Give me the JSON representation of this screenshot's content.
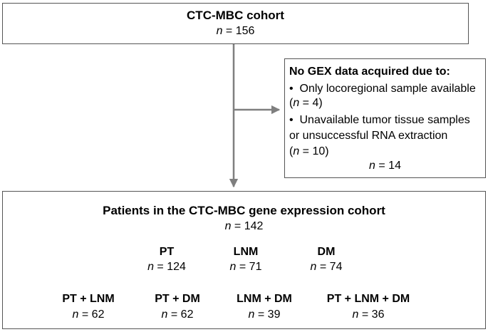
{
  "top_box": {
    "title": "CTC-MBC cohort",
    "n_label": "n",
    "n_value": " = 156"
  },
  "exclusion_box": {
    "title": "No GEX data acquired due to:",
    "bullet": "•",
    "items": [
      {
        "line1": "Only locoregional sample available",
        "line2_n": "n",
        "line2_rest": " = 4)",
        "line2_open": "("
      },
      {
        "line1": "Unavailable tumor tissue samples",
        "line2": "or unsuccessful RNA extraction",
        "line3_open": "(",
        "line3_n": "n",
        "line3_rest": " = 10)"
      }
    ],
    "total_n": "n",
    "total_value": " = 14"
  },
  "bottom_box": {
    "title": "Patients in the CTC-MBC gene expression cohort",
    "n_label": "n",
    "n_value": " = 142",
    "row1": [
      {
        "label": "PT",
        "n": "n",
        "value": " = 124"
      },
      {
        "label": "LNM",
        "n": "n",
        "value": " = 71"
      },
      {
        "label": "DM",
        "n": "n",
        "value": " = 74"
      }
    ],
    "row2": [
      {
        "label": "PT + LNM",
        "n": "n",
        "value": " = 62"
      },
      {
        "label": "PT + DM",
        "n": "n",
        "value": " = 62"
      },
      {
        "label": "LNM + DM",
        "n": "n",
        "value": " = 39"
      },
      {
        "label": "PT + LNM + DM",
        "n": "n",
        "value": " = 36"
      }
    ]
  },
  "colors": {
    "border": "#555555",
    "arrow": "#7f7f7f"
  }
}
